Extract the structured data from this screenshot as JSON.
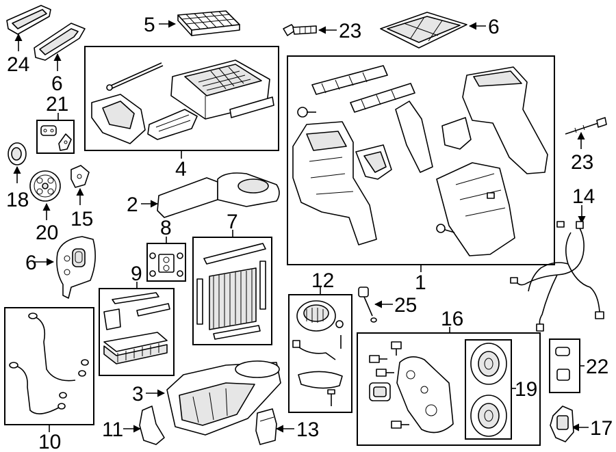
{
  "callouts": {
    "p1": "1",
    "p2": "2",
    "p3": "3",
    "p4": "4",
    "p5": "5",
    "p6a": "6",
    "p6b": "6",
    "p6c": "6",
    "p7": "7",
    "p8": "8",
    "p9": "9",
    "p10": "10",
    "p11": "11",
    "p12": "12",
    "p13": "13",
    "p14": "14",
    "p15": "15",
    "p16": "16",
    "p17": "17",
    "p18": "18",
    "p19": "19",
    "p20": "20",
    "p21": "21",
    "p22": "22",
    "p23a": "23",
    "p23b": "23",
    "p24": "24",
    "p25": "25"
  }
}
